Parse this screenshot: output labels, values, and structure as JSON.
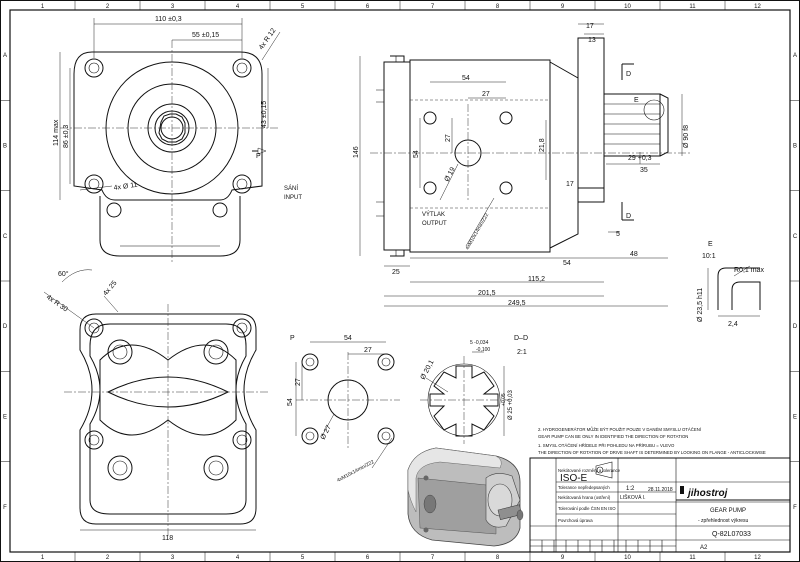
{
  "border": {
    "columns": [
      "1",
      "2",
      "3",
      "4",
      "5",
      "6",
      "7",
      "8",
      "9",
      "10",
      "11",
      "12"
    ],
    "rows": [
      "A",
      "B",
      "C",
      "D",
      "E",
      "F"
    ]
  },
  "front_view": {
    "dims": [
      "110 ±0,3",
      "55 ±0,15",
      "4x R 12",
      "43 ±0,15",
      "86 ±0,3",
      "114 max",
      "4x Ø 11"
    ],
    "label_p": "P",
    "label_inlet_1": "SÁNÍ",
    "label_inlet_2": "INPUT"
  },
  "side_view": {
    "dims": [
      "17",
      "13",
      "54",
      "27",
      "146",
      "54",
      "27",
      "21,8",
      "Ø 19",
      "17",
      "25",
      "54",
      "115,2",
      "201,5",
      "249,5",
      "48",
      "Ø 90 f8",
      "29 +0,3",
      "35",
      "5"
    ],
    "label_d_top": "D",
    "label_d_bottom": "D",
    "label_e": "E",
    "outlet_1": "VÝTLAK",
    "outlet_2": "OUTPUT",
    "thread": "4xM10x14min/Z22"
  },
  "rear_view": {
    "dims": [
      "60°",
      "4x R 30",
      "4x 25",
      "118"
    ]
  },
  "port_view_p": {
    "label": "P",
    "dims": [
      "54",
      "27",
      "27",
      "54",
      "Ø 27",
      "4xM10x14min/Z22"
    ]
  },
  "section_dd": {
    "title_1": "D–D",
    "title_2": "2:1",
    "dims": [
      "Ø 20,1",
      "5 -0,034",
      "-0,100",
      "Ø 25 +0,03",
      "+0,05"
    ]
  },
  "detail_e": {
    "title_1": "E",
    "title_2": "10:1",
    "dims": [
      "R0,1 max",
      "Ø 23,5 h11",
      "2,4"
    ]
  },
  "notes": [
    "2. HYDROGENERÁTOR MŮŽE BÝT POUŽIT POUZE V DANÉM SMYSLU OTÁČENÍ",
    "GEAR PUMP CAN BE ONLY IN IDENTIFIED THE DIRECTION OF ROTATION",
    "1. SMYSL OTÁČENÍ HŘÍDELE PŘI POHLEDU NA PŘÍRUBU = VLEVO",
    "THE DIRECTION OF ROTATION OF DRIVE SHAFT IS DETERMINED BY LOOKING ON FLANGE - ANTICLOCKWISE"
  ],
  "title_block": {
    "iso": "ISO-E",
    "scale": "1:2",
    "author": "LIŠKOVÁ I.",
    "date": "28.11.2018",
    "company": "jihostroj",
    "title_en": "GEAR PUMP",
    "title_cz": "- zpřehlednost výkresu",
    "drawing_no": "Q-82L07033",
    "sheet_size": "A2",
    "small_1": "Nekótované rozměry a tolerance",
    "small_2": "Tolerance nepředepsaných",
    "small_3": "Nekótovaná hrana (ostření)",
    "small_4": "Tolerování podle ČSN EN ISO",
    "small_5": "Povrchová úprava"
  }
}
